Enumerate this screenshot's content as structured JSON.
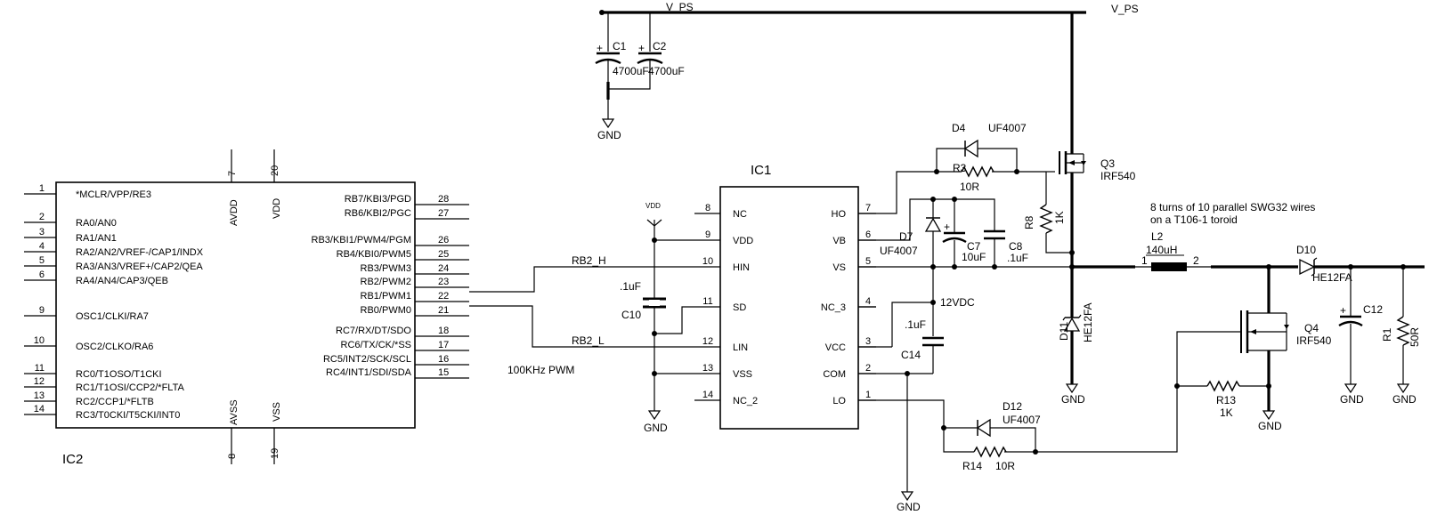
{
  "nets": {
    "vps_left": "V_PS",
    "vps_right": "V_PS",
    "vdd": "VDD",
    "rb2_h": "RB2_H",
    "rb2_l": "RB2_L",
    "v12": "12VDC",
    "gnd": "GND"
  },
  "notes": {
    "pwm": "100KHz  PWM",
    "winding_1": "8 turns of 10 parallel SWG32 wires",
    "winding_2": "on a T106-1 toroid"
  },
  "ic1": {
    "ref": "IC1",
    "pins_left": [
      {
        "num": "8",
        "name": "NC"
      },
      {
        "num": "9",
        "name": "VDD"
      },
      {
        "num": "10",
        "name": "HIN"
      },
      {
        "num": "11",
        "name": "SD"
      },
      {
        "num": "12",
        "name": "LIN"
      },
      {
        "num": "13",
        "name": "VSS"
      },
      {
        "num": "14",
        "name": "NC_2"
      }
    ],
    "pins_right": [
      {
        "num": "7",
        "name": "HO"
      },
      {
        "num": "6",
        "name": "VB"
      },
      {
        "num": "5",
        "name": "VS"
      },
      {
        "num": "4",
        "name": "NC_3"
      },
      {
        "num": "3",
        "name": "VCC"
      },
      {
        "num": "2",
        "name": "COM"
      },
      {
        "num": "1",
        "name": "LO"
      }
    ]
  },
  "ic2": {
    "ref": "IC2",
    "pins_left": [
      {
        "num": "1",
        "name": "*MCLR/VPP/RE3"
      },
      {
        "num": "2",
        "name": "RA0/AN0"
      },
      {
        "num": "3",
        "name": "RA1/AN1"
      },
      {
        "num": "4",
        "name": "RA2/AN2/VREF-/CAP1/INDX"
      },
      {
        "num": "5",
        "name": "RA3/AN3/VREF+/CAP2/QEA"
      },
      {
        "num": "6",
        "name": "RA4/AN4/CAP3/QEB"
      },
      {
        "num": "9",
        "name": "OSC1/CLKI/RA7"
      },
      {
        "num": "10",
        "name": "OSC2/CLKO/RA6"
      },
      {
        "num": "11",
        "name": "RC0/T1OSO/T1CKI"
      },
      {
        "num": "12",
        "name": "RC1/T1OSI/CCP2/*FLTA"
      },
      {
        "num": "13",
        "name": "RC2/CCP1/*FLTB"
      },
      {
        "num": "14",
        "name": "RC3/T0CKI/T5CKI/INT0"
      }
    ],
    "pins_right": [
      {
        "num": "28",
        "name": "RB7/KBI3/PGD"
      },
      {
        "num": "27",
        "name": "RB6/KBI2/PGC"
      },
      {
        "num": "26",
        "name": "RB3/KBI1/PWM4/PGM"
      },
      {
        "num": "25",
        "name": "RB4/KBI0/PWM5"
      },
      {
        "num": "24",
        "name": "RB3/PWM3"
      },
      {
        "num": "23",
        "name": "RB2/PWM2"
      },
      {
        "num": "22",
        "name": "RB1/PWM1"
      },
      {
        "num": "21",
        "name": "RB0/PWM0"
      },
      {
        "num": "18",
        "name": "RC7/RX/DT/SDO"
      },
      {
        "num": "17",
        "name": "RC6/TX/CK/*SS"
      },
      {
        "num": "16",
        "name": "RC5/INT2/SCK/SCL"
      },
      {
        "num": "15",
        "name": "RC4/INT1/SDI/SDA"
      }
    ],
    "pins_top": [
      {
        "num": "7",
        "name": "AVDD"
      },
      {
        "num": "20",
        "name": "VDD"
      }
    ],
    "pins_bottom": [
      {
        "num": "8",
        "name": "AVSS"
      },
      {
        "num": "19",
        "name": "VSS"
      }
    ]
  },
  "parts": {
    "c1": {
      "ref": "C1",
      "value": "4700uF"
    },
    "c2": {
      "ref": "C2",
      "value": "4700uF"
    },
    "c7": {
      "ref": "C7",
      "value": "10uF"
    },
    "c8": {
      "ref": "C8",
      "value": ".1uF"
    },
    "c10": {
      "ref": "C10",
      "value": ".1uF"
    },
    "c12": {
      "ref": "C12"
    },
    "c14": {
      "ref": "C14",
      "value": ".1uF"
    },
    "d4": {
      "ref": "D4",
      "value": "UF4007"
    },
    "d7": {
      "ref": "D7",
      "value": "UF4007"
    },
    "d10": {
      "ref": "D10",
      "value": "HE12FA"
    },
    "d11": {
      "ref": "D11",
      "value": "HE12FA"
    },
    "d12": {
      "ref": "D12",
      "value": "UF4007"
    },
    "r1": {
      "ref": "R1",
      "value": "50R"
    },
    "r3": {
      "ref": "R3",
      "value": "10R"
    },
    "r8": {
      "ref": "R8",
      "value": "1K"
    },
    "r13": {
      "ref": "R13",
      "value": "1K"
    },
    "r14": {
      "ref": "R14",
      "value": "10R"
    },
    "q3": {
      "ref": "Q3",
      "value": "IRF540"
    },
    "q4": {
      "ref": "Q4",
      "value": "IRF540"
    },
    "l2": {
      "ref": "L2",
      "value": "140uH",
      "pin1": "1",
      "pin2": "2"
    }
  }
}
